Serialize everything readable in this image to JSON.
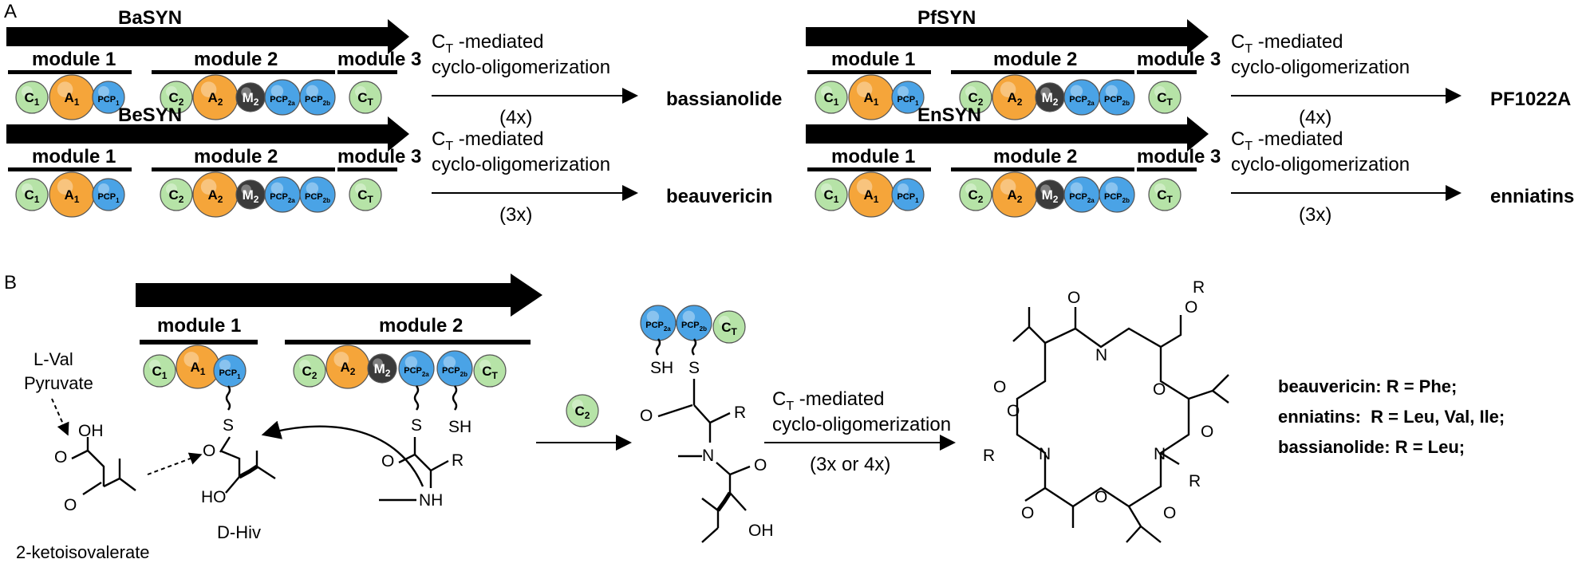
{
  "colors": {
    "condensation": "#b6e3a7",
    "adenylation": "#f5a53a",
    "methyltransferase": "#3b3b3b",
    "pcp": "#4aa3e6",
    "bar": "#000000"
  },
  "panel_a": {
    "label": "A",
    "systems": [
      {
        "name": "BaSYN",
        "modules": [
          "module 1",
          "module 2",
          "module 3"
        ],
        "domains_m1": [
          "C1",
          "A1",
          "PCP1"
        ],
        "domains_m2": [
          "C2",
          "A2",
          "M2",
          "PCP2a",
          "PCP2b"
        ],
        "domains_m3": [
          "CT"
        ],
        "reaction_line1": "C",
        "reaction_sub": "T",
        "reaction_line1b": " -mediated",
        "reaction_line2": "cyclo-oligomerization",
        "reaction_count": "(4x)",
        "product": "bassianolide"
      },
      {
        "name": "BeSYN",
        "modules": [
          "module 1",
          "module 2",
          "module 3"
        ],
        "domains_m1": [
          "C1",
          "A1",
          "PCP1"
        ],
        "domains_m2": [
          "C2",
          "A2",
          "M2",
          "PCP2a",
          "PCP2b"
        ],
        "domains_m3": [
          "CT"
        ],
        "reaction_line1": "C",
        "reaction_sub": "T",
        "reaction_line1b": " -mediated",
        "reaction_line2": "cyclo-oligomerization",
        "reaction_count": "(3x)",
        "product": "beauvericin"
      },
      {
        "name": "PfSYN",
        "modules": [
          "module 1",
          "module 2",
          "module 3"
        ],
        "domains_m1": [
          "C1",
          "A1",
          "PCP1"
        ],
        "domains_m2": [
          "C2",
          "A2",
          "M2",
          "PCP2a",
          "PCP2b"
        ],
        "domains_m3": [
          "CT"
        ],
        "reaction_line1": "C",
        "reaction_sub": "T",
        "reaction_line1b": " -mediated",
        "reaction_line2": "cyclo-oligomerization",
        "reaction_count": "(4x)",
        "product": "PF1022A"
      },
      {
        "name": "EnSYN",
        "modules": [
          "module 1",
          "module 2",
          "module 3"
        ],
        "domains_m1": [
          "C1",
          "A1",
          "PCP1"
        ],
        "domains_m2": [
          "C2",
          "A2",
          "M2",
          "PCP2a",
          "PCP2b"
        ],
        "domains_m3": [
          "CT"
        ],
        "reaction_line1": "C",
        "reaction_sub": "T",
        "reaction_line1b": " -mediated",
        "reaction_line2": "cyclo-oligomerization",
        "reaction_count": "(3x)",
        "product": "enniatins"
      }
    ]
  },
  "panel_b": {
    "label": "B",
    "module1": "module 1",
    "module2": "module 2",
    "substrate1": "L-Val",
    "substrate2": "Pyruvate",
    "ketoisovalerate": "2-ketoisovalerate",
    "dhiv": "D-Hiv",
    "c2_catalyst": "C2",
    "reaction_line1": "C",
    "reaction_sub": "T",
    "reaction_line1b": " -mediated",
    "reaction_line2": "cyclo-oligomerization",
    "reaction_count": "(3x or 4x)",
    "r_groups": [
      "beauvericin: R = Phe;",
      "enniatins:  R = Leu, Val, Ile;",
      "bassianolide: R = Leu;"
    ],
    "atoms": {
      "O": "O",
      "OH": "OH",
      "HO": "HO",
      "N": "N",
      "NH": "NH",
      "S": "S",
      "SH": "SH",
      "R": "R"
    }
  }
}
